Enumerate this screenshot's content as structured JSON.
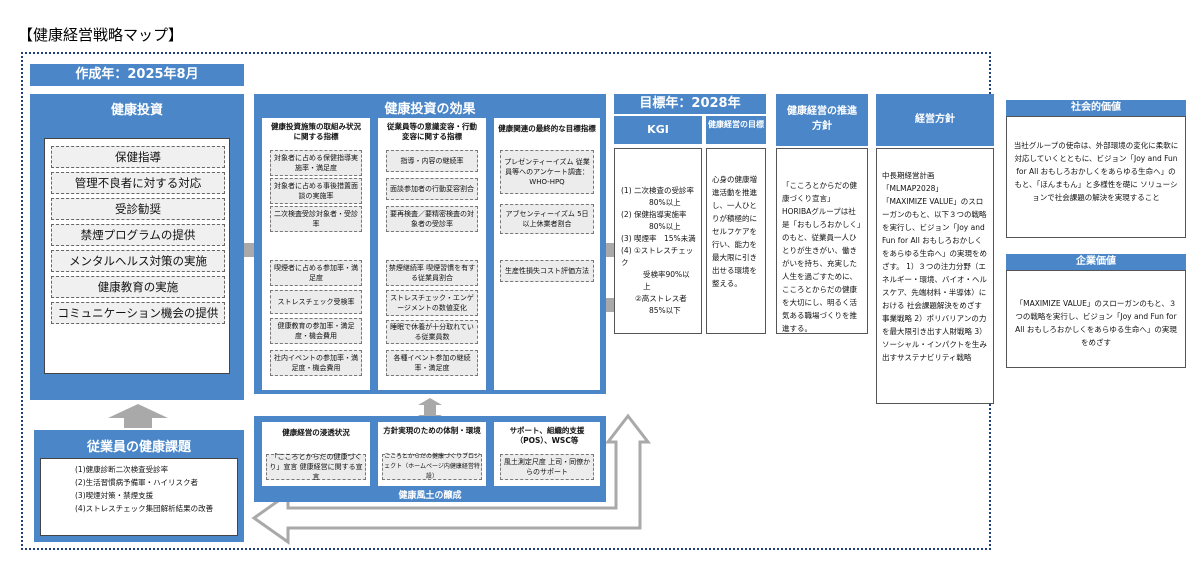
{
  "page_title": "【健康経営戦略マップ】",
  "created": "作成年：2025年8月",
  "investment": {
    "header": "健康投資",
    "items": [
      "保健指導",
      "管理不良者に対する対応",
      "受診勧奨",
      "禁煙プログラムの提供",
      "メンタルヘルス対策の実施",
      "健康教育の実施",
      "コミュニケーション機会の提供"
    ]
  },
  "issues": {
    "header": "従業員の健康課題",
    "lines": [
      "(1)健康診断二次検査受診率",
      "(2)生活習慣病予備軍・ハイリスク者",
      "(3)喫煙対策・禁煙支援",
      "(4)ストレスチェック集団解析結果の改善"
    ]
  },
  "effects": {
    "header": "健康投資の効果",
    "col1": {
      "header": "健康投資施策の取組み状況に関する指標",
      "items": [
        "対象者に占める保健指導実施率・満足度",
        "対象者に占める事後措置面談の実施率",
        "二次検査受診対象者・受診率",
        "喫煙者に占める参加率・満足度",
        "ストレスチェック受検率",
        "健康教育の参加率・満足度・機会費用",
        "社内イベントの参加率・満足度・機会費用"
      ]
    },
    "col2": {
      "header": "従業員等の意識変容・行動変容に関する指標",
      "items": [
        "指導・内容の継続率",
        "面談参加者の行動変容割合",
        "要再検査／要精密検査の対象者の受診率",
        "禁煙継続率 喫煙習慣を有する従業員割合",
        "ストレスチェック・エンゲージメントの数値変化",
        "睡眠で休養が十分取れている従業員数",
        "各種イベント参加の継続率・満足度"
      ]
    },
    "col3": {
      "header": "健康関連の最終的な目標指標",
      "items": [
        "プレゼンティーイズム 従業員等へのアンケート調査：WHO-HPQ",
        "アブセンティーイズム 5日以上休業者割合",
        "生産性損失コスト評価方法"
      ]
    }
  },
  "culture": {
    "footer": "健康風土の醸成",
    "cols": [
      {
        "header": "健康経営の浸透状況",
        "body": "「こころとからだの健康づくり」宣言 健康経営に関する宣言"
      },
      {
        "header": "方針実現のための体制・環境",
        "body": "こころとからだの健康づくりプロジェクト（ホームページ内健康経営特設）"
      },
      {
        "header": "サポート、組織的支援（POS）、WSC等",
        "body": "風土測定尺度 上司・同僚からのサポート"
      }
    ]
  },
  "target": {
    "header": "目標年：2028年",
    "kgi_header": "KGI",
    "kgi_lines": [
      "(1) 二次検査の受診率",
      "80%以上",
      "(2) 保健指導実施率",
      "80%以上",
      "(3) 喫煙率　15%未満",
      "(4) ①ストレスチェック",
      "受検率90%以上",
      "②高ストレス者",
      "85%以下"
    ],
    "goal_header": "健康経営の目標",
    "goal_body": "心身の健康増進活動を推進し、一人ひとりが積極的にセルフケアを行い、能力を最大限に引き出せる環境を整える。"
  },
  "policy": {
    "header": "健康経営の推進方針",
    "body": "「こころとからだの健康づくり宣言」 HORIBAグループは社是「おもしろおかしく」のもと、従業員一人ひとりが生きがい、働きがいを持ち、充実した人生を過ごすために、こころとからだの健康を大切にし、明るく活気ある職場づくりを推進する。"
  },
  "mgmt": {
    "header": "経営方針",
    "body": "中長期経営計画「MLMAP2028」 「MAXIMIZE VALUE」のスローガンのもと、以下３つの戦略を実行し、ビジョン「Joy and Fun for All おもしろおかしくをあらゆる生命へ」の実現をめざす。 1）３つの注力分野（エネルギー・環境、バイオ・ヘルスケア、先端材料・半導体）における 社会課題解決をめざす事業戦略 2）ポリバリアンの力を最大限引き出す人財戦略 3）ソーシャル・インパクトを生み出すサステナビリティ戦略"
  },
  "social": {
    "header": "社会的価値",
    "body": "当社グループの使命は、外部環境の変化に柔軟に対応していくとともに、ビジョン「Joy and Fun for All おもしろおかしくをあらゆる生命へ」のもと、「ほんまもん」と多様性を礎に ソリューションで社会課題の解決を実現すること"
  },
  "corporate": {
    "header": "企業価値",
    "body": "「MAXIMIZE VALUE」のスローガンのもと、３つの戦略を実行し、ビジョン「Joy and Fun for All おもしろおかしくをあらゆる生命へ」の実現をめざす"
  },
  "colors": {
    "blue": "#4a86c8",
    "gray": "#a9a9a9",
    "frame": "#1f3f7a"
  }
}
